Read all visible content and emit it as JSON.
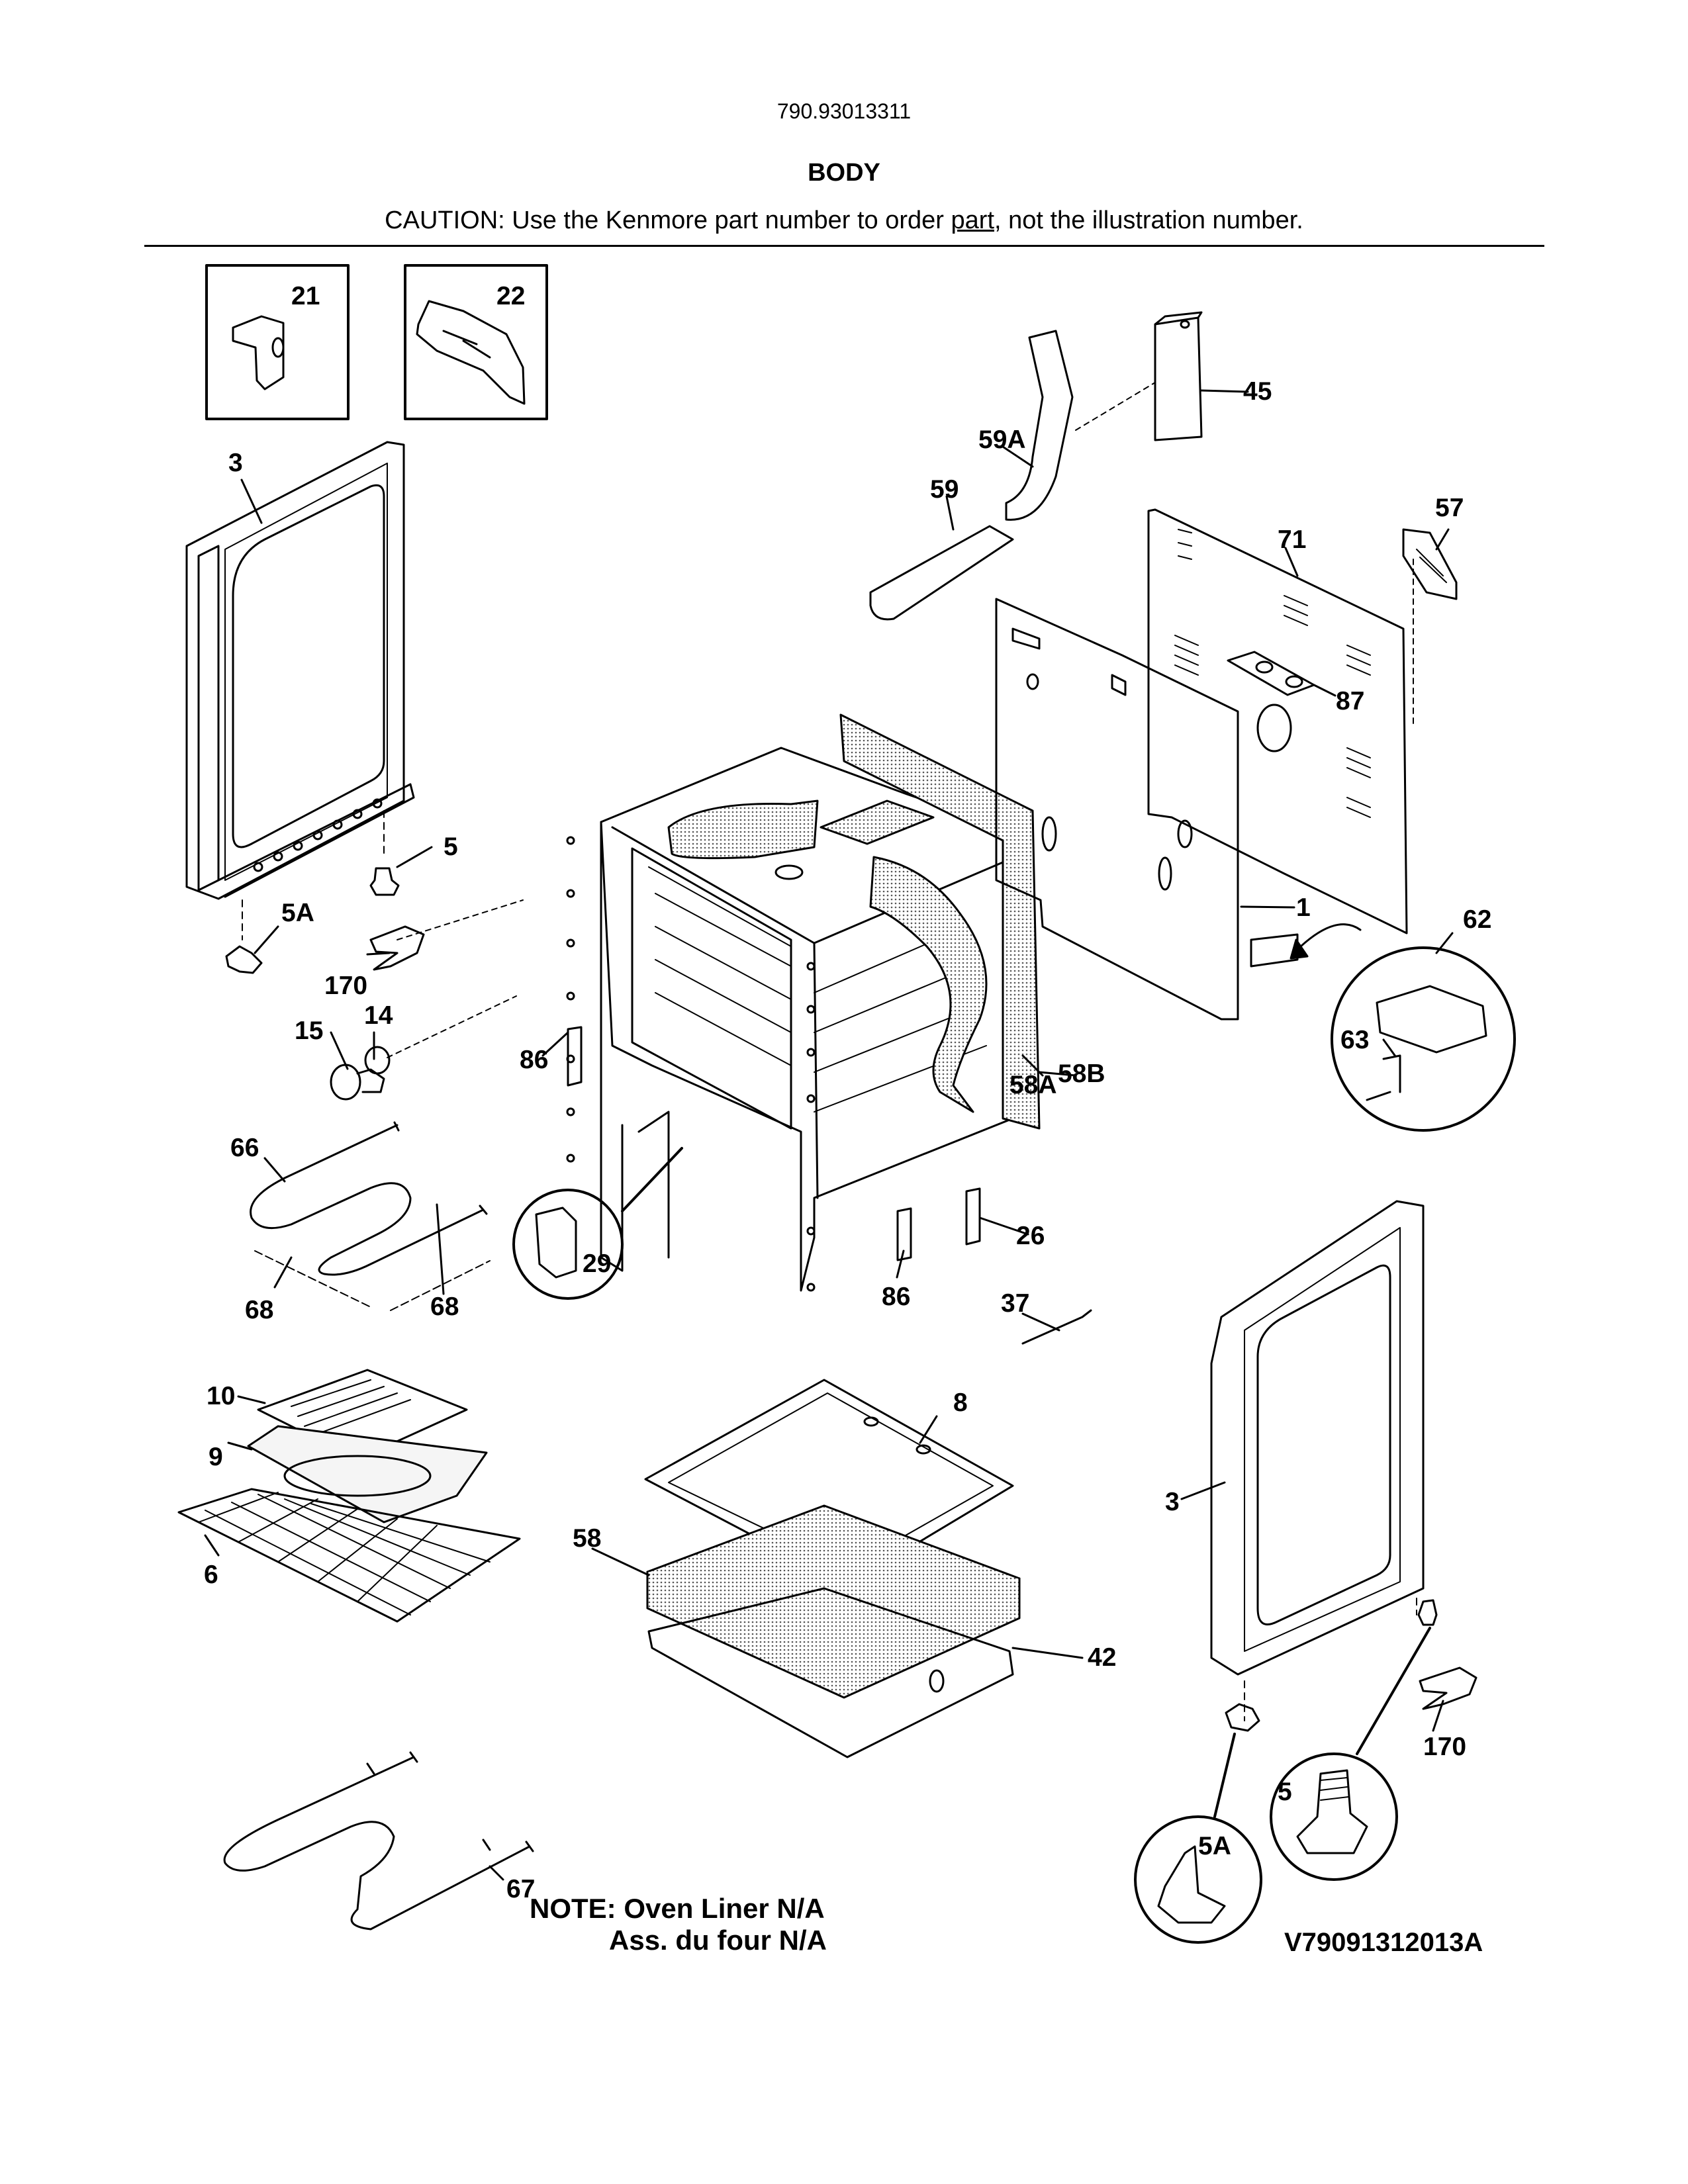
{
  "header": {
    "model_number": "790.93013311",
    "section_title": "BODY",
    "caution_prefix": "CAUTION: Use the Kenmore part number to order ",
    "caution_link": "part",
    "caution_suffix": ", not the illustration number."
  },
  "callouts": {
    "c21": "21",
    "c22": "22",
    "c45": "45",
    "c59A": "59A",
    "c59": "59",
    "c57": "57",
    "c71": "71",
    "c87": "87",
    "c3_left": "3",
    "c5_left": "5",
    "c5A_left": "5A",
    "c170_left": "170",
    "c14": "14",
    "c15": "15",
    "c1": "1",
    "c62": "62",
    "c63": "63",
    "c86_left": "86",
    "c58A": "58A",
    "c58B": "58B",
    "c66": "66",
    "c29": "29",
    "c68_left": "68",
    "c68_right": "68",
    "c26": "26",
    "c86_lower": "86",
    "c37": "37",
    "c10": "10",
    "c9": "9",
    "c6": "6",
    "c8": "8",
    "c58": "58",
    "c42": "42",
    "c3_right": "3",
    "c170_right": "170",
    "c5_right": "5",
    "c5A_right": "5A",
    "c67": "67"
  },
  "note": {
    "line1": "NOTE: Oven Liner N/A",
    "line2": "Ass. du four N/A"
  },
  "diagram_reference": "V79091312013A"
}
